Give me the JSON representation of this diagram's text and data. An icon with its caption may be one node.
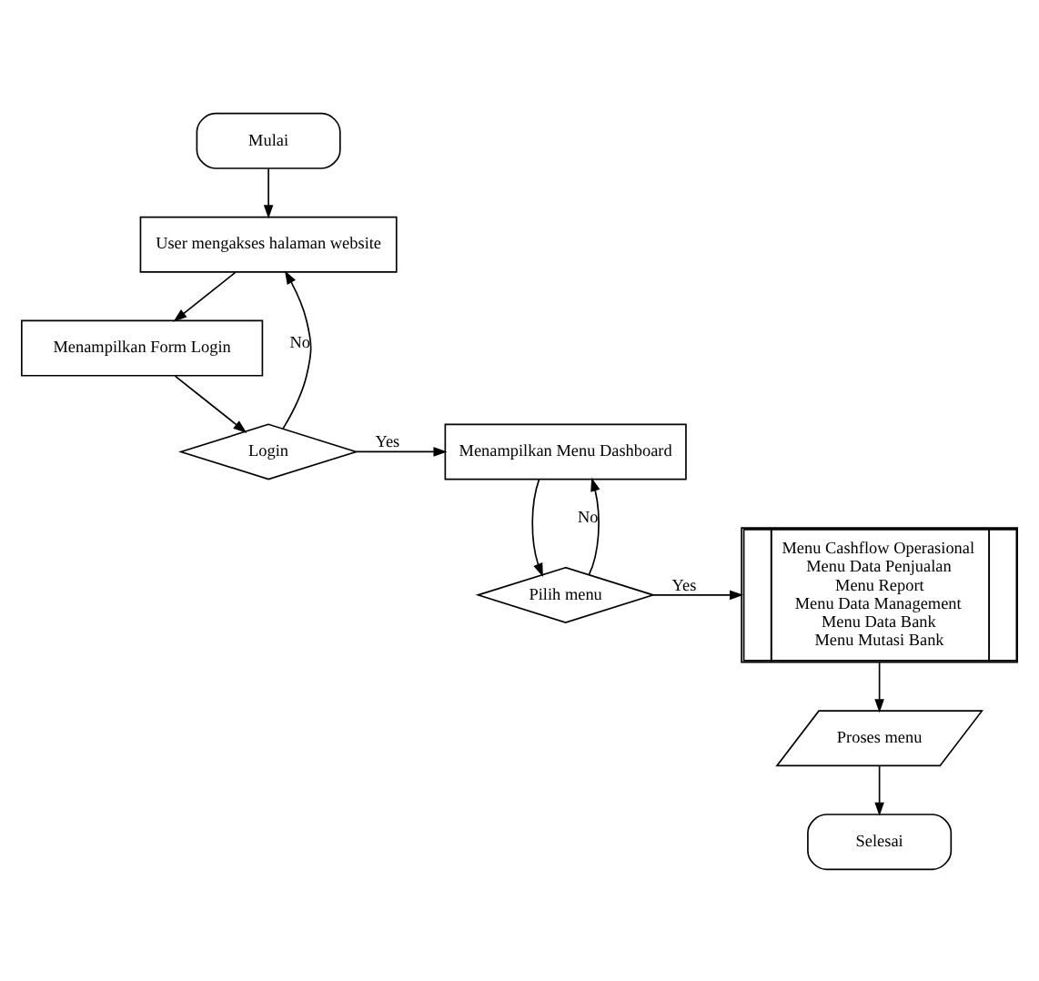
{
  "diagram": {
    "nodes": [
      {
        "text": [
          "Mulai"
        ]
      },
      {
        "text": [
          "User mengakses halaman website"
        ]
      },
      {
        "text": [
          "Menampilkan Form Login"
        ]
      },
      {
        "text": [
          "Login"
        ]
      },
      {
        "text": [
          "Menampilkan Menu Dashboard"
        ]
      },
      {
        "text": [
          "Pilih menu"
        ]
      },
      {
        "text": [
          "Menu Cashflow Operasional",
          "Menu Data Penjualan",
          "Menu Report",
          "Menu Data Management",
          "Menu Data Bank",
          "Menu Mutasi Bank"
        ]
      },
      {
        "text": [
          "Proses menu"
        ]
      },
      {
        "text": [
          "Selesai"
        ]
      }
    ],
    "edges": [
      {
        "from": 0,
        "to": 1,
        "arrow": "to"
      },
      {
        "from": 1,
        "to": 2,
        "arrow": "to"
      },
      {
        "from": 2,
        "to": 3,
        "arrow": "to"
      },
      {
        "from": 3,
        "to": 4,
        "arrow": "to",
        "label": "Yes"
      },
      {
        "from": 3,
        "to": 1,
        "arrow": "to",
        "label": "No"
      },
      {
        "from": 4,
        "to": 5,
        "arrow": "to"
      },
      {
        "from": 5,
        "to": 4,
        "arrow": "to",
        "label": "No"
      },
      {
        "from": 5,
        "to": 6,
        "arrow": "to",
        "label": "Yes"
      },
      {
        "from": 6,
        "to": 7,
        "arrow": "to"
      },
      {
        "from": 7,
        "to": 8,
        "arrow": "to"
      }
    ]
  }
}
